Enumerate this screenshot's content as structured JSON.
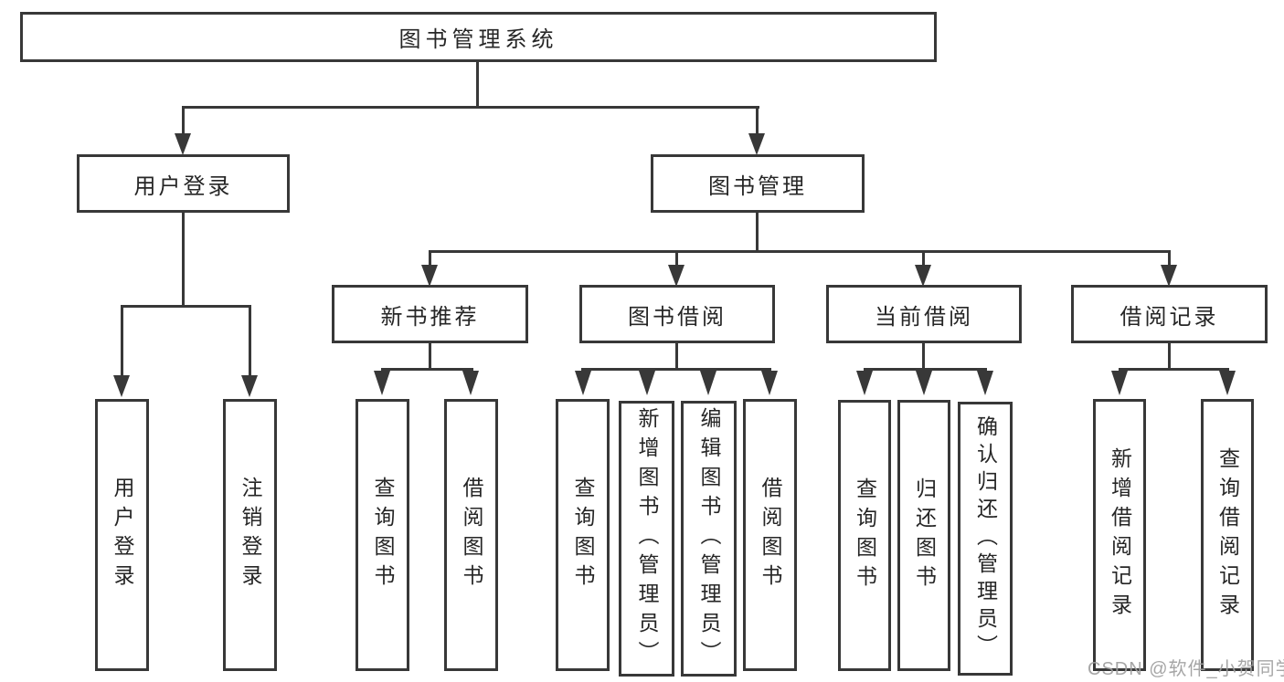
{
  "diagram": {
    "title": "图书管理系统",
    "user_login": {
      "label": "用户登录",
      "children": {
        "login": "用户登录",
        "logout": "注销登录"
      }
    },
    "book_management": {
      "label": "图书管理",
      "new_book_recommend": {
        "label": "新书推荐",
        "children": {
          "query_books": "查询图书",
          "borrow_books": "借阅图书"
        }
      },
      "book_borrowing": {
        "label": "图书借阅",
        "children": {
          "query_books": "查询图书",
          "add_books": "新增图书（管理员）",
          "edit_books": "编辑图书（管理员）",
          "borrow_books": "借阅图书"
        }
      },
      "current_borrowing": {
        "label": "当前借阅",
        "children": {
          "query_books": "查询图书",
          "return_books": "归还图书",
          "confirm_return": "确认归还（管理员）"
        }
      },
      "borrow_records": {
        "label": "借阅记录",
        "children": {
          "add_record": "新增借阅记录",
          "query_record": "查询借阅记录"
        }
      }
    }
  },
  "watermark": {
    "text": "CSDN @软件_小贺同学"
  },
  "colors": {
    "line": "#383838",
    "text": "#262626",
    "watermark": "#9e9e9e",
    "background": "#ffffff"
  }
}
